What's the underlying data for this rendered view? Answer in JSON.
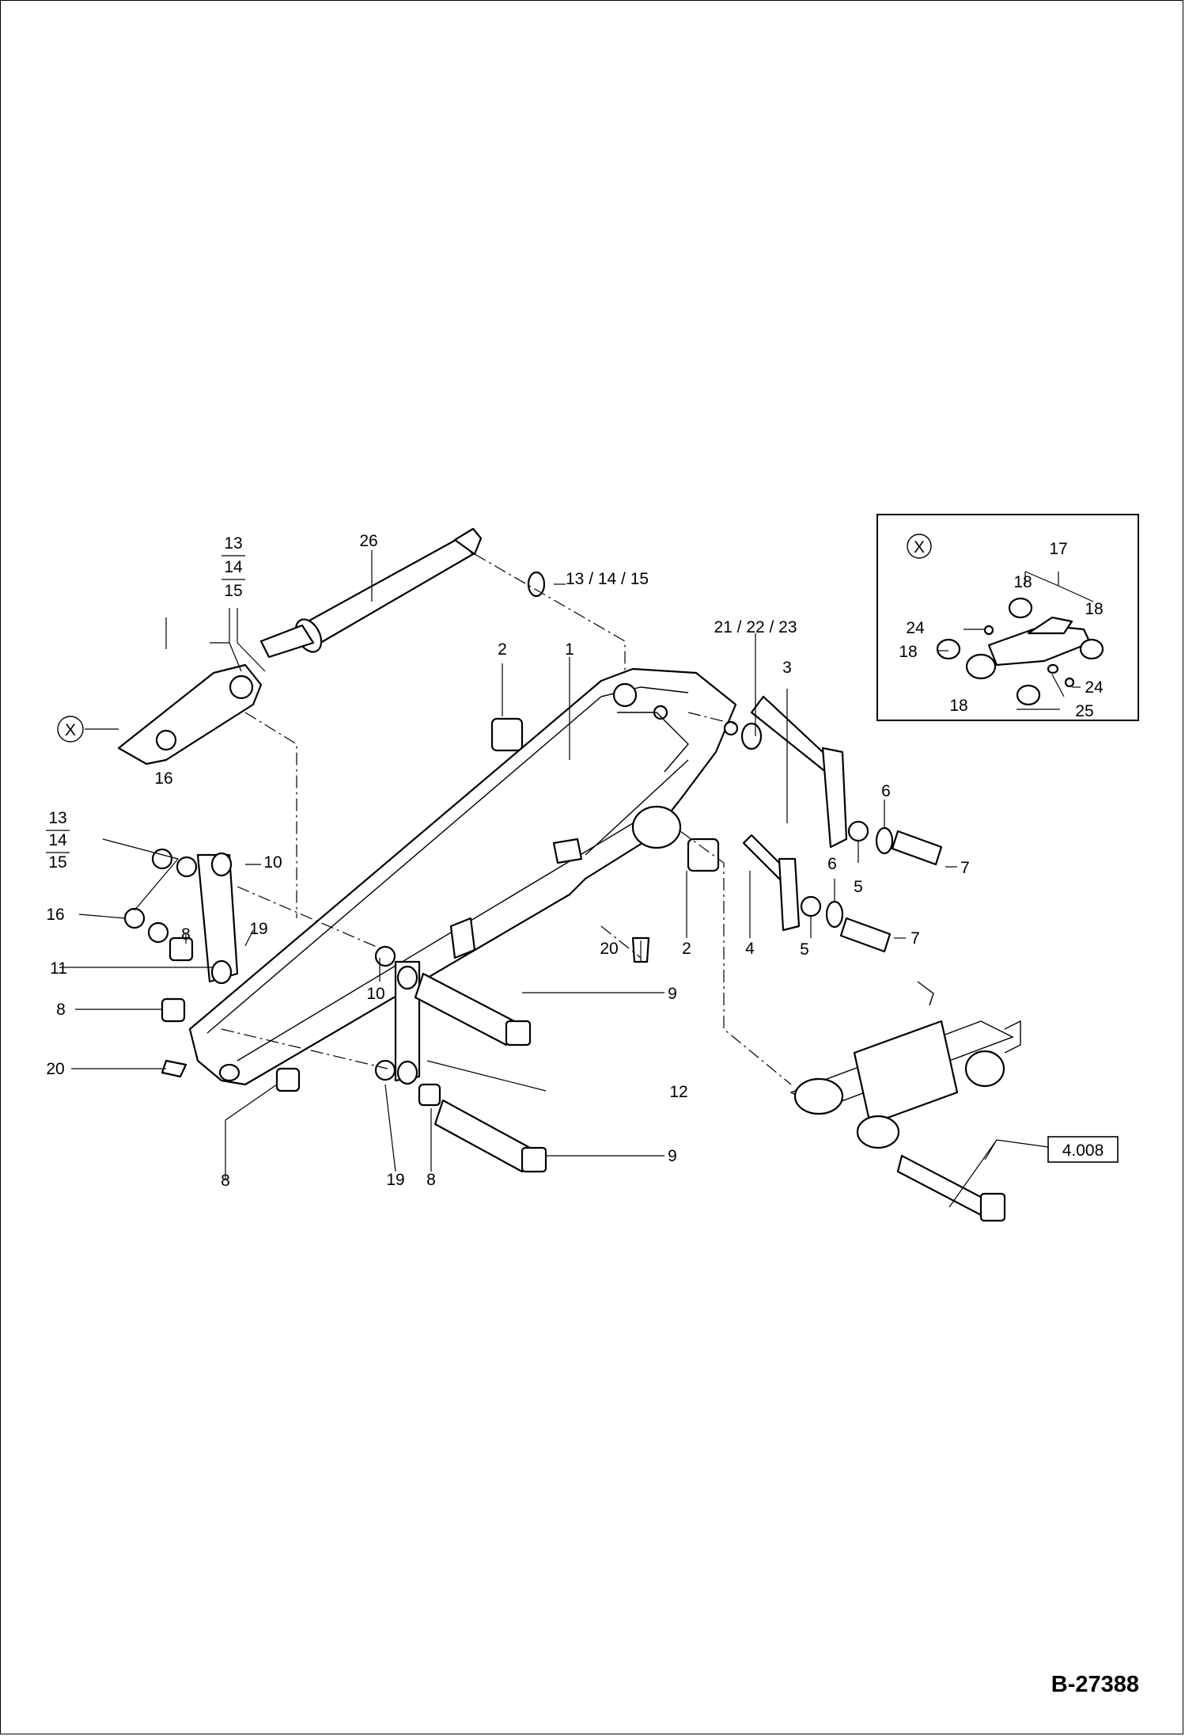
{
  "diagram_code": "B-27388",
  "detail_marker": "X",
  "page_reference": "4.008",
  "callouts": {
    "c13_14_15_top": "13 / 14 / 15",
    "c26": "26",
    "c13": "13",
    "c14": "14",
    "c15": "15",
    "c2_upper": "2",
    "c1": "1",
    "c21_22_23": "21 / 22 / 23",
    "c3": "3",
    "c16_a": "16",
    "c16_b": "16",
    "c13b": "13",
    "c14b": "14",
    "c15b": "15",
    "c10_a": "10",
    "c8_a": "8",
    "c19_a": "19",
    "c11": "11",
    "c8_b": "8",
    "c20_a": "20",
    "c8_c": "8",
    "c10_b": "10",
    "c9_a": "9",
    "c12": "12",
    "c19_b": "19",
    "c8_d": "8",
    "c9_b": "9",
    "c20_b": "20",
    "c2_lower": "2",
    "c4": "4",
    "c5_a": "5",
    "c6_a": "6",
    "c7_a": "7",
    "c5_b": "5",
    "c6_b": "6",
    "c7_b": "7",
    "c17": "17",
    "c18_a": "18",
    "c18_b": "18",
    "c18_c": "18",
    "c18_d": "18",
    "c24_a": "24",
    "c24_b": "24",
    "c25": "25"
  }
}
